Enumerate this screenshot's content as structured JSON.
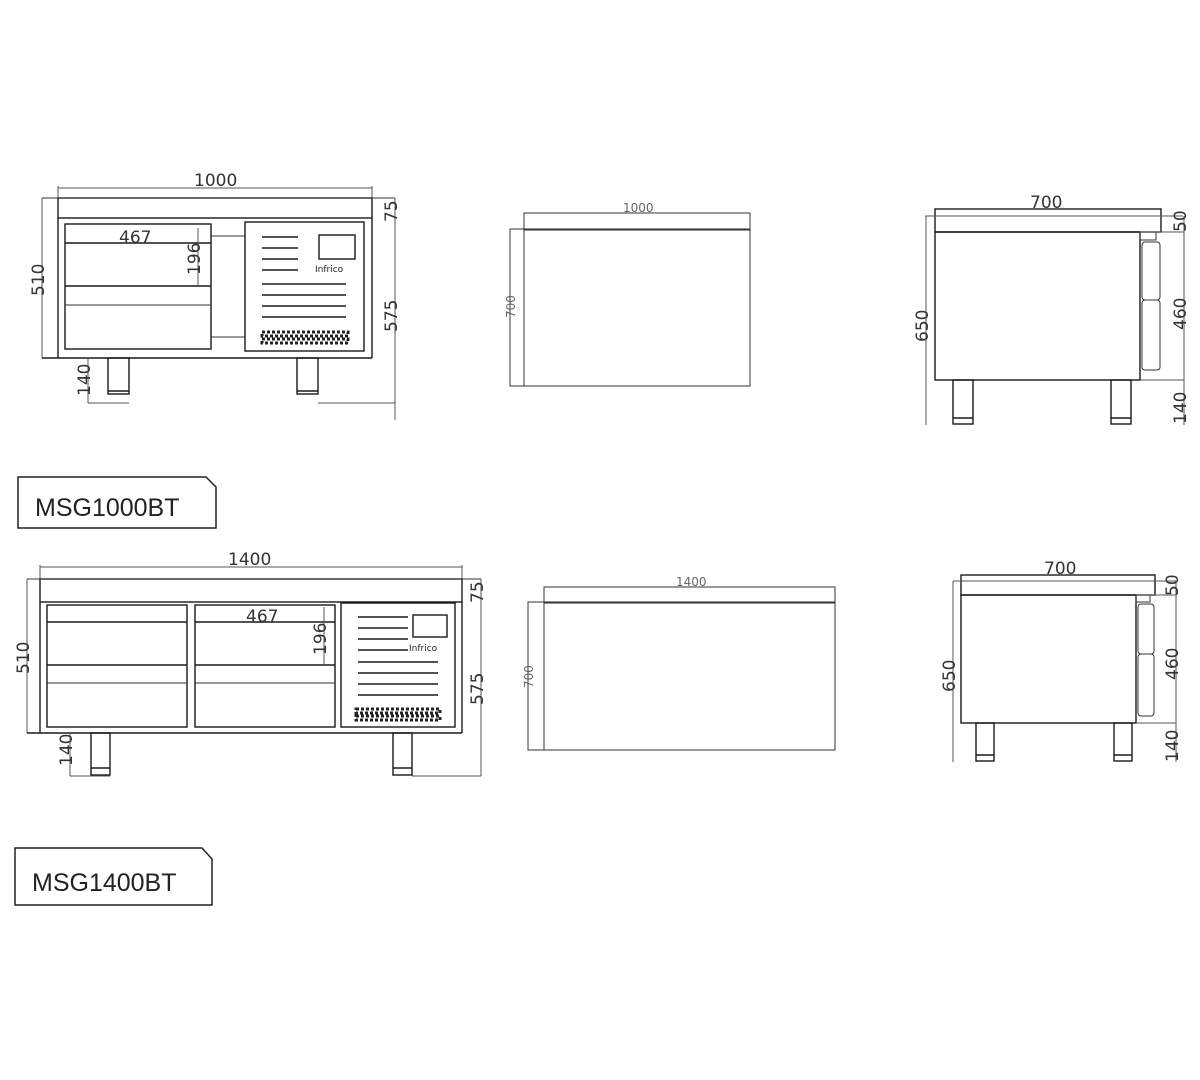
{
  "models": [
    {
      "name": "MSG1000BT",
      "front_view": {
        "width": "1000",
        "top_thickness": "75",
        "total_height": "510",
        "drawer_width": "467",
        "drawer_height": "196",
        "body_height": "575",
        "leg_height": "140",
        "brand_logo": "Infrico"
      },
      "top_view": {
        "width": "1000",
        "depth": "700"
      },
      "side_view": {
        "depth": "700",
        "top_thickness": "50",
        "total_height": "650",
        "drawer_section_height": "460",
        "leg_height": "140"
      }
    },
    {
      "name": "MSG1400BT",
      "front_view": {
        "width": "1400",
        "top_thickness": "75",
        "total_height": "510",
        "drawer_width": "467",
        "drawer_height": "196",
        "body_height": "575",
        "leg_height": "140",
        "brand_logo": "Infrico"
      },
      "top_view": {
        "width": "1400",
        "depth": "700"
      },
      "side_view": {
        "depth": "700",
        "top_thickness": "50",
        "total_height": "650",
        "drawer_section_height": "460",
        "leg_height": "140"
      }
    }
  ]
}
